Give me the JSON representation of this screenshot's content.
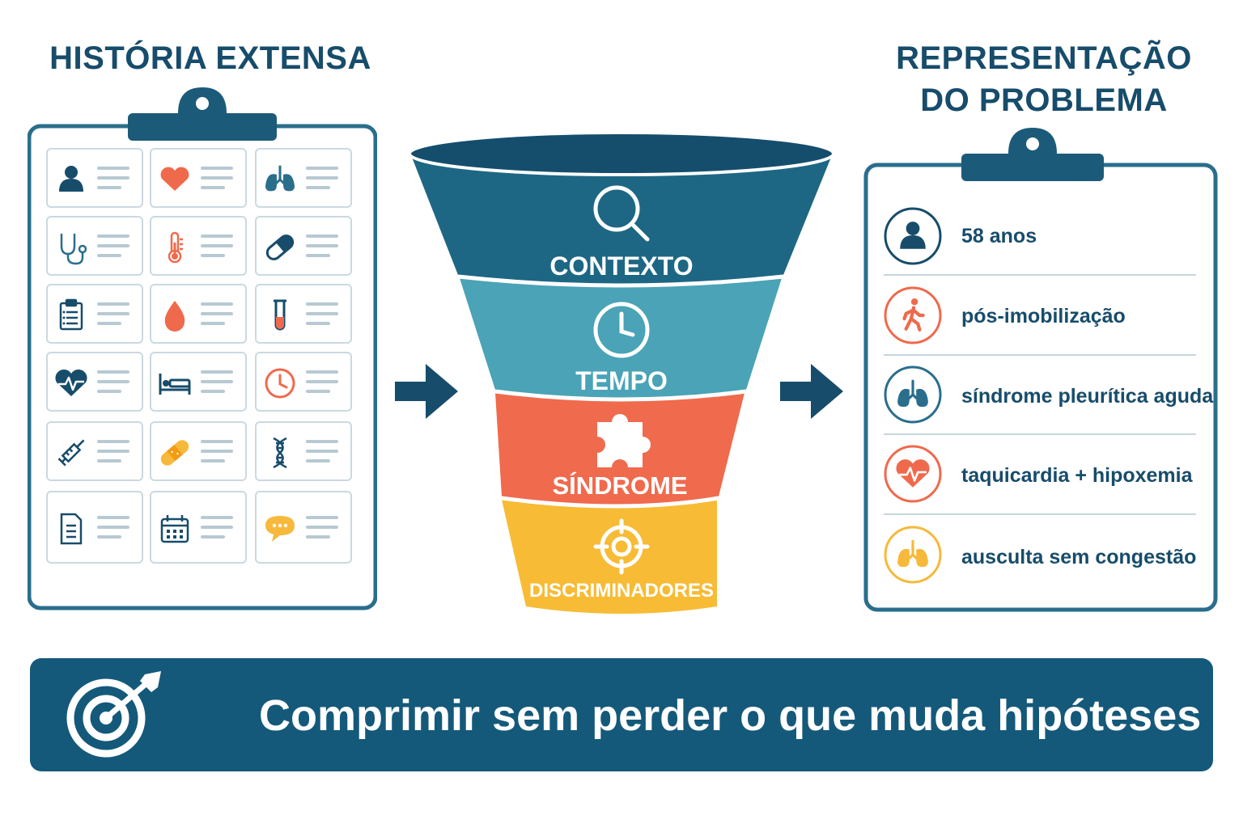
{
  "left_panel": {
    "title": "HISTÓRIA EXTENSA",
    "cells": [
      {
        "icon": "user-icon",
        "color": "#174c6b"
      },
      {
        "icon": "heart-icon",
        "color": "#ef6a4c"
      },
      {
        "icon": "lungs-icon",
        "color": "#2a6e8c"
      },
      {
        "icon": "stethoscope-icon",
        "color": "#2a6e8c"
      },
      {
        "icon": "thermometer-icon",
        "color": "#ef6a4c"
      },
      {
        "icon": "pill-icon",
        "color": "#174c6b"
      },
      {
        "icon": "clipboard-icon",
        "color": "#174c6b"
      },
      {
        "icon": "blood-drop-icon",
        "color": "#ef6a4c"
      },
      {
        "icon": "test-tube-icon",
        "color": "#174c6b"
      },
      {
        "icon": "heartbeat-icon",
        "color": "#174c6b"
      },
      {
        "icon": "bed-icon",
        "color": "#174c6b"
      },
      {
        "icon": "clock-icon",
        "color": "#ef6a4c"
      },
      {
        "icon": "syringe-icon",
        "color": "#174c6b"
      },
      {
        "icon": "bandage-icon",
        "color": "#f6b93b"
      },
      {
        "icon": "dna-icon",
        "color": "#174c6b"
      },
      {
        "icon": "document-icon",
        "color": "#174c6b"
      },
      {
        "icon": "calendar-icon",
        "color": "#174c6b"
      },
      {
        "icon": "chat-bubble-icon",
        "color": "#f6b93b"
      }
    ]
  },
  "funnel": {
    "stages": [
      {
        "label": "CONTEXTO",
        "icon": "magnifier-icon",
        "color": "#1d6784"
      },
      {
        "label": "TEMPO",
        "icon": "clock-icon",
        "color": "#4aa3b6"
      },
      {
        "label": "SÍNDROME",
        "icon": "puzzle-icon",
        "color": "#f06a4d"
      },
      {
        "label": "DISCRIMINADORES",
        "icon": "target-icon",
        "color": "#f7bb35"
      }
    ]
  },
  "right_panel": {
    "title_line1": "REPRESENTAÇÃO",
    "title_line2": "DO PROBLEMA",
    "items": [
      {
        "text": "58 anos",
        "icon": "user-icon",
        "color": "#174c6b"
      },
      {
        "text": "pós-imobilização",
        "icon": "walking-person-icon",
        "color": "#ef6a4c"
      },
      {
        "text": "síndrome pleurítica aguda",
        "icon": "lungs-icon",
        "color": "#2a6e8c"
      },
      {
        "text": "taquicardia + hipoxemia",
        "icon": "heartbeat-icon",
        "color": "#ef6a4c"
      },
      {
        "text": "ausculta sem congestão",
        "icon": "lungs-icon",
        "color": "#f6b93b"
      }
    ]
  },
  "banner": {
    "text": "Comprimir sem perder o que muda hipóteses",
    "icon": "target-arrow-icon"
  },
  "colors": {
    "navy": "#174c6b",
    "teal": "#1d6784",
    "light_teal": "#4aa3b6",
    "coral": "#f06a4d",
    "yellow": "#f7bb35",
    "banner": "#14597a"
  }
}
